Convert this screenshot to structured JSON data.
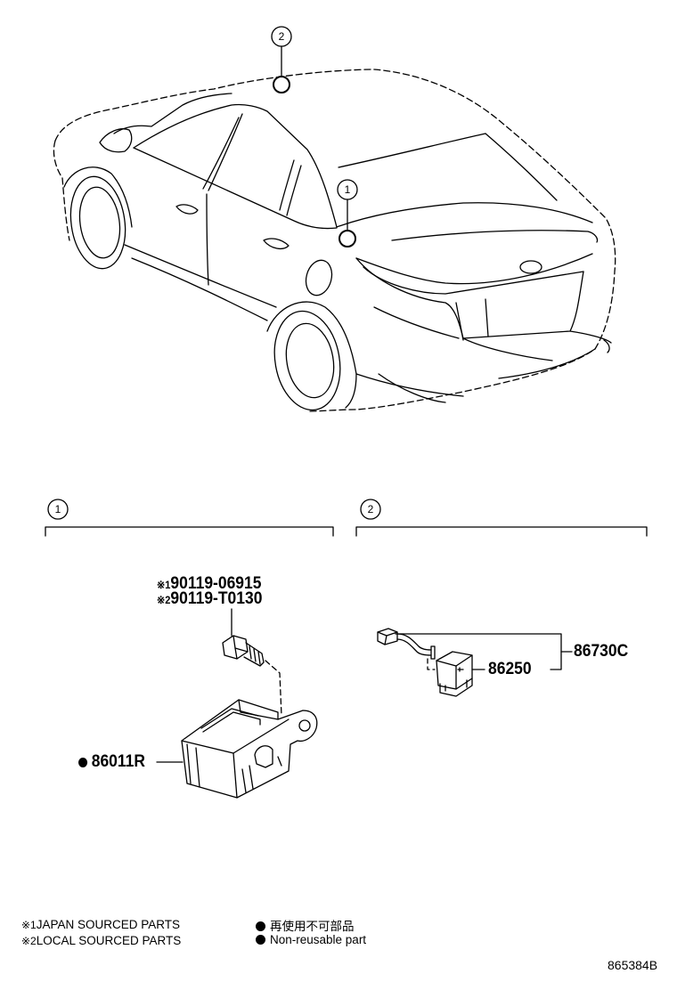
{
  "callouts": [
    {
      "num": "1"
    },
    {
      "num": "2"
    }
  ],
  "sections": [
    {
      "num": "1"
    },
    {
      "num": "2"
    }
  ],
  "section1": {
    "bolt_part_1_mark": "※1",
    "bolt_part_1": "90119-06915",
    "bolt_part_2_mark": "※2",
    "bolt_part_2": "90119-T0130",
    "module_part": "86011R"
  },
  "section2": {
    "assembly_part": "86730C",
    "antenna_part": "86250"
  },
  "legend": {
    "note1_mark": "※1",
    "note1": "JAPAN SOURCED PARTS",
    "note2_mark": "※2",
    "note2": "LOCAL SOURCED PARTS",
    "nonreusable_jp": "再使用不可部品",
    "nonreusable_en": "Non-reusable part"
  },
  "diagram_id": "865384B"
}
